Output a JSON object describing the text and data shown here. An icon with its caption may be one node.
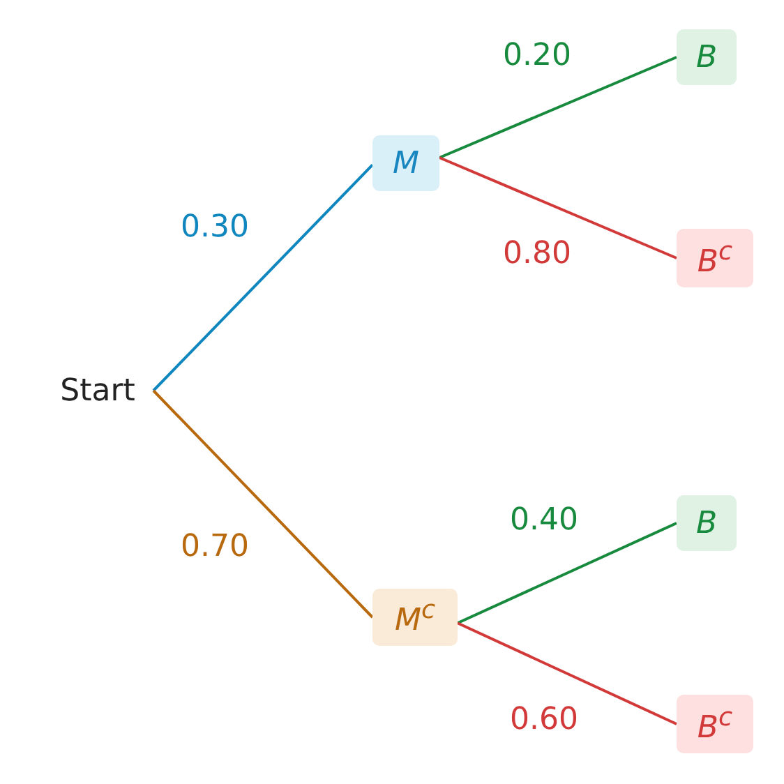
{
  "diagram": {
    "nodes": [
      {
        "text": [
          "Start"
        ]
      },
      {
        "text": [
          "M"
        ]
      },
      {
        "text": [
          "M$^{c}$"
        ]
      },
      {
        "text": [
          "B"
        ]
      },
      {
        "text": [
          "B$^{c}$"
        ]
      },
      {
        "text": [
          "B"
        ]
      },
      {
        "text": [
          "B$^{c}$"
        ]
      }
    ],
    "edges": [
      {
        "from": 0,
        "to": 1,
        "arrow": "none",
        "label": "0.30",
        "color": "#0f86be"
      },
      {
        "from": 0,
        "to": 2,
        "arrow": "none",
        "label": "0.70",
        "color": "#b8690e"
      },
      {
        "from": 1,
        "to": 3,
        "arrow": "none",
        "label": "0.20",
        "color": "#178a3e"
      },
      {
        "from": 1,
        "to": 4,
        "arrow": "none",
        "label": "0.80",
        "color": "#d23a3a"
      },
      {
        "from": 2,
        "to": 5,
        "arrow": "none",
        "label": "0.40",
        "color": "#178a3e"
      },
      {
        "from": 2,
        "to": 6,
        "arrow": "none",
        "label": "0.60",
        "color": "#d23a3a"
      }
    ]
  }
}
